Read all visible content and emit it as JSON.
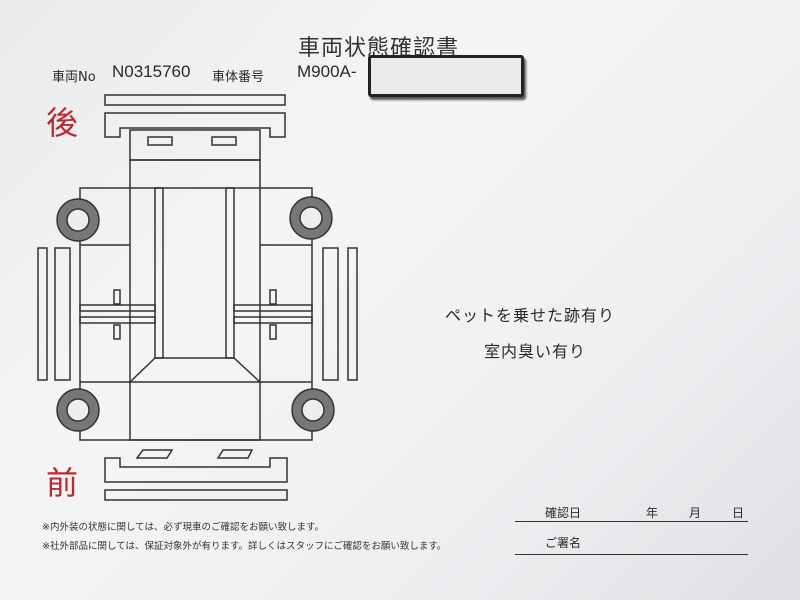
{
  "document": {
    "title": "車両状態確認書",
    "vehicle_no_label": "車両No",
    "vehicle_no": "N0315760",
    "chassis_no_label": "車体番号",
    "chassis_no": "M900A-",
    "rear_label": "後",
    "front_label": "前",
    "notes": [
      "ペットを乗せた跡有り",
      "室内臭い有り"
    ],
    "disclaimers": [
      "※内外装の状態に関しては、必ず現車のご確認をお願い致します。",
      "※社外部品に関しては、保証対象外が有ります。詳しくはスタッフにご確認をお願い致します。"
    ],
    "confirm_date_label": "確認日",
    "year_label": "年",
    "month_label": "月",
    "day_label": "日",
    "signature_label": "ご署名"
  },
  "colors": {
    "accent_red": "#c0272d"
  }
}
